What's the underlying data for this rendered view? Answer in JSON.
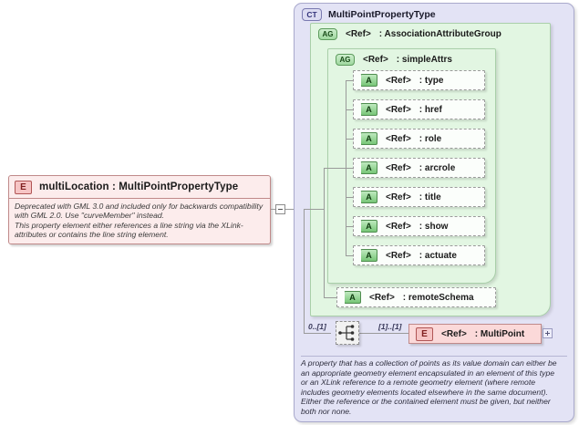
{
  "left_element": {
    "icon": "e-badge",
    "icon_label": "E",
    "title": "multiLocation : MultiPointPropertyType",
    "doc_lines": [
      "Deprecated with GML 3.0 and included only for backwards compatibility",
      "with GML 2.0. Use \"curveMember\" instead.",
      "This property element either references a line string via the XLink-",
      "attributes or contains the line string element."
    ]
  },
  "connector": {
    "toggle_icon": "minus-box-icon",
    "toggle_symbol": "-"
  },
  "complex_type": {
    "icon_label": "CT",
    "title": "MultiPointPropertyType",
    "doc_lines": [
      "A property that has a collection of points as its value domain can either be",
      "an appropriate geometry element encapsulated in an element of this type",
      "or an XLink reference to a remote geometry element (where remote",
      "includes geometry elements located elsewhere in the same document).",
      "Either the reference or the contained element must be given, but neither",
      "both nor none."
    ]
  },
  "attribute_group_outer": {
    "icon_label": "AG",
    "ref": "<Ref>",
    "name": ": AssociationAttributeGroup"
  },
  "attribute_group_inner": {
    "icon_label": "AG",
    "ref": "<Ref>",
    "name": ": simpleAttrs"
  },
  "attributes": [
    {
      "icon_label": "A",
      "ref": "<Ref>",
      "name": ": type"
    },
    {
      "icon_label": "A",
      "ref": "<Ref>",
      "name": ": href"
    },
    {
      "icon_label": "A",
      "ref": "<Ref>",
      "name": ": role"
    },
    {
      "icon_label": "A",
      "ref": "<Ref>",
      "name": ": arcrole"
    },
    {
      "icon_label": "A",
      "ref": "<Ref>",
      "name": ": title"
    },
    {
      "icon_label": "A",
      "ref": "<Ref>",
      "name": ": show"
    },
    {
      "icon_label": "A",
      "ref": "<Ref>",
      "name": ": actuate"
    }
  ],
  "attribute_remote": {
    "icon_label": "A",
    "ref": "<Ref>",
    "name": ": remoteSchema"
  },
  "choice": {
    "icon": "choice-node-icon",
    "cardinality_left": "0..[1]",
    "cardinality_right": "[1]..[1]"
  },
  "multipoint_element": {
    "icon_label": "E",
    "ref": "<Ref>",
    "name": ": MultiPoint",
    "expand_icon": "plus-box-icon",
    "expand_symbol": "+"
  },
  "colors": {
    "complex_type_bg": "#e3e3f5",
    "group_bg": "#e2f6e2",
    "element_bg": "#fbd9d9",
    "attribute_bg": "#fbfefb",
    "connector_line": "#9a9a9a"
  }
}
